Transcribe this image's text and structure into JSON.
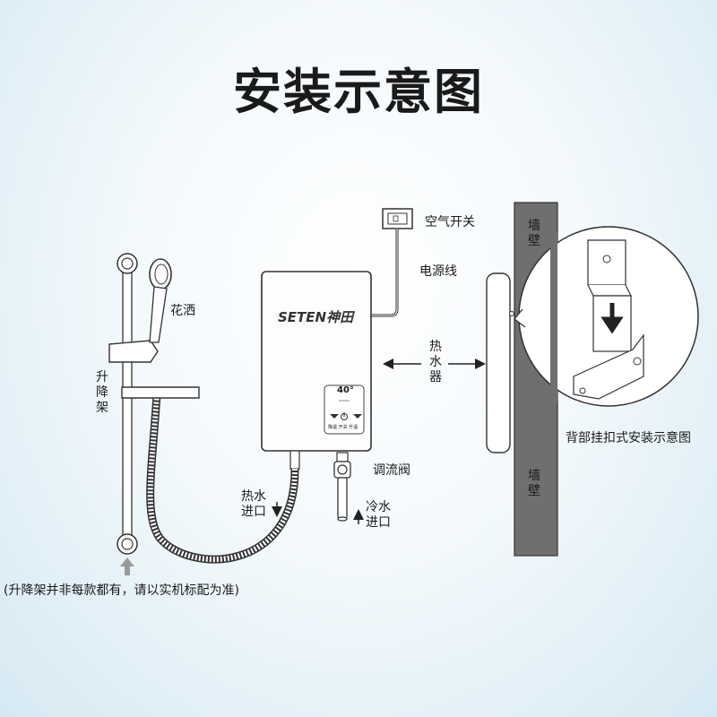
{
  "title": "安装示意图",
  "labels": {
    "air_switch": "空气开关",
    "power_cord": "电源线",
    "shower": "花洒",
    "lift_rack": "升降架",
    "heater": "热水器",
    "valve": "调流阀",
    "hot_inlet": "热水\n进口",
    "cold_inlet": "冷水\n进口",
    "back_mount": "背部挂扣式安装示意图",
    "wall_top": "墙壁",
    "wall_bottom": "墙壁",
    "note": "(升降架并非每款都有，请以实机标配为准)"
  },
  "device": {
    "brand": "SETEN神田",
    "display_temp": "40°",
    "panel_text": "降温 开关 升温"
  },
  "colors": {
    "line": "#333333",
    "wall_fill": "#6f6f6f",
    "arrow_gray": "#9a9a9a"
  }
}
